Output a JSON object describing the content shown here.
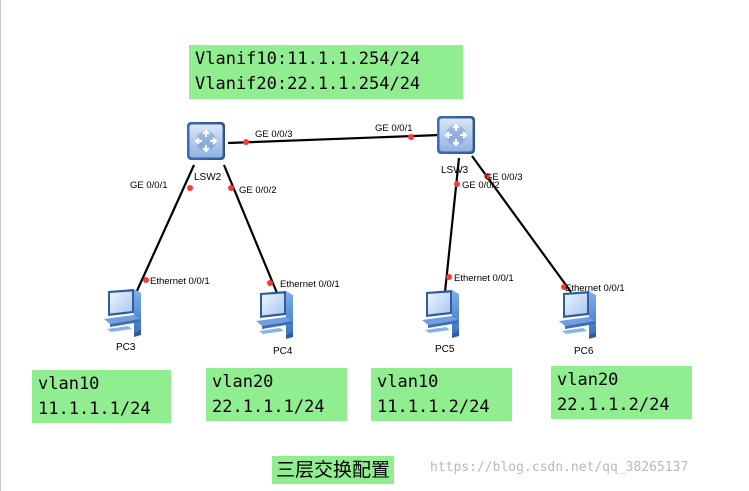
{
  "gateway_box": {
    "lines": [
      "Vlanif10:11.1.1.254/24",
      "Vlanif20:22.1.1.254/24"
    ]
  },
  "devices": {
    "lsw2": "LSW2",
    "lsw3": "LSW3",
    "pc3": "PC3",
    "pc4": "PC4",
    "pc5": "PC5",
    "pc6": "PC6"
  },
  "ports": {
    "lsw2_ge003": "GE 0/0/3",
    "lsw3_ge001": "GE 0/0/1",
    "lsw2_ge001": "GE 0/0/1",
    "lsw2_ge002": "GE 0/0/2",
    "lsw3_ge002": "GE 0/0/2",
    "lsw3_ge003": "GE 0/0/3",
    "pc3_eth": "Ethernet 0/0/1",
    "pc4_eth": "Ethernet 0/0/1",
    "pc5_eth": "Ethernet 0/0/1",
    "pc6_eth": "Ethernet 0/0/1"
  },
  "vlan_boxes": [
    {
      "vlan": "vlan10",
      "ip": "11.1.1.1/24"
    },
    {
      "vlan": "vlan20",
      "ip": "22.1.1.1/24"
    },
    {
      "vlan": "vlan10",
      "ip": "11.1.1.2/24"
    },
    {
      "vlan": "vlan20",
      "ip": "22.1.1.2/24"
    }
  ],
  "caption": "三层交换配置",
  "watermark": "https://blog.csdn.net/qq_38265137",
  "colors": {
    "label_bg": "#90ee90",
    "port_dot": "#ff3a2e",
    "switch_body": "#5a86c8",
    "pc_body": "#5b8fd6"
  }
}
